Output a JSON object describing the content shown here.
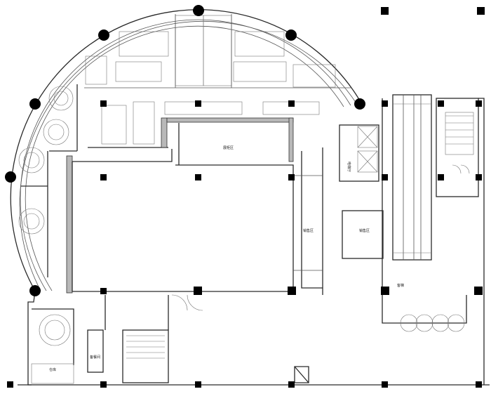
{
  "labels": {
    "bar_area": "展柜区",
    "display_left": "销售区",
    "display_right": "销售区",
    "lift_lobby": "电梯厅",
    "guest_entry": "客梯",
    "storage": "仓库",
    "tea_room": "备餐间"
  },
  "colors": {
    "line": "#2a2a2a",
    "column": "#000000",
    "hatch": "#b8b8b8"
  }
}
